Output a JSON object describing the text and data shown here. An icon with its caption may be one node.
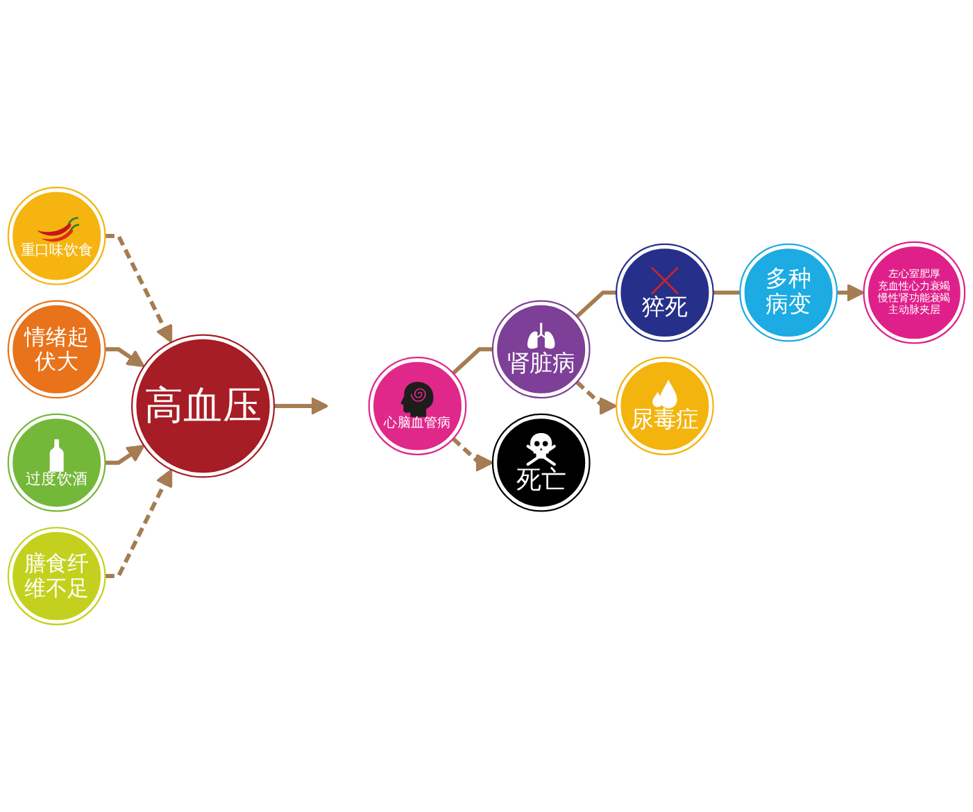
{
  "diagram": {
    "nodes": [
      {
        "text": [
          "重口味饮食"
        ]
      },
      {
        "text": [
          "情绪起伏大"
        ]
      },
      {
        "text": [
          "过度饮酒"
        ]
      },
      {
        "text": [
          "膳食纤维不足"
        ]
      },
      {
        "text": [
          "高血压"
        ]
      },
      {
        "text": [
          "心脑血管病"
        ]
      },
      {
        "text": [
          "肾脏病"
        ]
      },
      {
        "text": [
          "猝死"
        ]
      },
      {
        "text": [
          "多种病变"
        ]
      },
      {
        "text": [
          "死亡"
        ]
      },
      {
        "text": [
          "尿毒症"
        ]
      },
      {
        "text": [
          "左心室肥厚",
          "充血性心力衰竭",
          "慢性肾功能衰竭",
          "主动脉夹层"
        ]
      }
    ],
    "edges": [
      {
        "from": 0,
        "to": 4,
        "arrow": "to",
        "style": "dashed"
      },
      {
        "from": 1,
        "to": 4,
        "arrow": "to"
      },
      {
        "from": 2,
        "to": 4,
        "arrow": "to"
      },
      {
        "from": 3,
        "to": 4,
        "arrow": "to",
        "style": "dashed"
      },
      {
        "from": 4,
        "to": null,
        "arrow": "to"
      },
      {
        "from": 5,
        "to": 6,
        "arrow": "none"
      },
      {
        "from": 6,
        "to": 7,
        "arrow": "none"
      },
      {
        "from": 7,
        "to": 8,
        "arrow": "none"
      },
      {
        "from": 5,
        "to": 9,
        "arrow": "to",
        "style": "dashed"
      },
      {
        "from": 6,
        "to": 10,
        "arrow": "to",
        "style": "dashed"
      },
      {
        "from": 8,
        "to": 11,
        "arrow": "to"
      }
    ]
  }
}
